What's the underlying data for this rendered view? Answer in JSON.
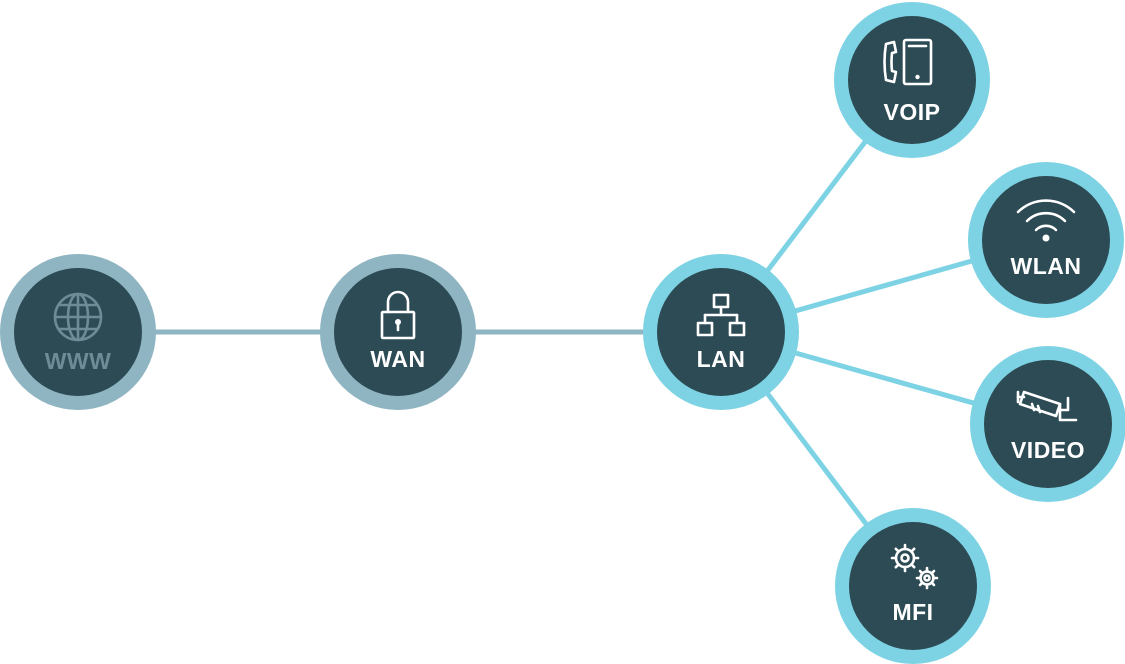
{
  "diagram": {
    "colors": {
      "inner": "#2d4b55",
      "ring_grey": "#8fb5c3",
      "ring_cyan": "#7dd3e4",
      "line_grey": "#8fb5c3",
      "line_cyan": "#7dd3e4",
      "label": "#ffffff",
      "label_dim": "#6e8c98"
    },
    "nodes": {
      "www": {
        "label": "WWW",
        "icon": "globe-icon"
      },
      "wan": {
        "label": "WAN",
        "icon": "lock-icon"
      },
      "lan": {
        "label": "LAN",
        "icon": "network-icon"
      },
      "voip": {
        "label": "VOIP",
        "icon": "phone-icon"
      },
      "wlan": {
        "label": "WLAN",
        "icon": "wifi-icon"
      },
      "video": {
        "label": "VIDEO",
        "icon": "camera-icon"
      },
      "mfi": {
        "label": "MFI",
        "icon": "gears-icon"
      }
    },
    "edges": [
      [
        "www",
        "wan"
      ],
      [
        "wan",
        "lan"
      ],
      [
        "lan",
        "voip"
      ],
      [
        "lan",
        "wlan"
      ],
      [
        "lan",
        "video"
      ],
      [
        "lan",
        "mfi"
      ]
    ]
  }
}
